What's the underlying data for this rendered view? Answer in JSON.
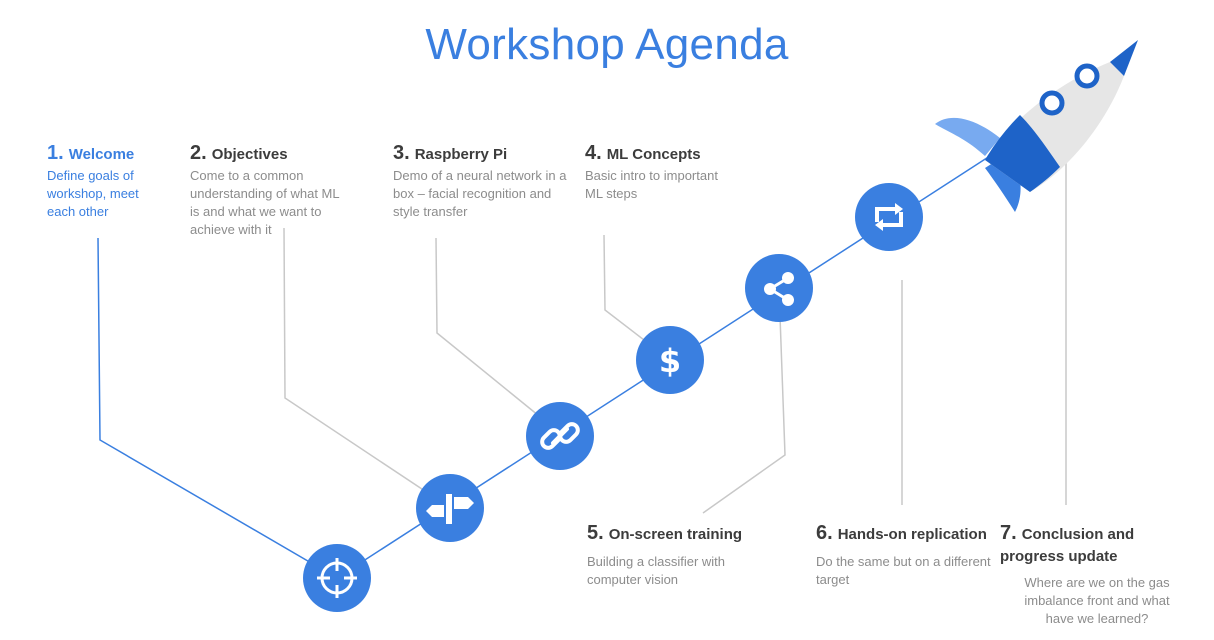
{
  "title": "Workshop Agenda",
  "colors": {
    "accent": "#3a7fe0",
    "node_fill": "#3a7fe0",
    "connector": "#c8c8c8",
    "rocket_body": "#e6e6e6",
    "rocket_nose": "#1e63c8",
    "rocket_fin": "#78aaf0"
  },
  "items": [
    {
      "number": "1.",
      "label": "Welcome",
      "description": "Define goals of workshop, meet each other",
      "icon": "crosshair-icon"
    },
    {
      "number": "2.",
      "label": "Objectives",
      "description": "Come to a common understanding of what ML is and what we want to achieve with it",
      "icon": "signpost-icon"
    },
    {
      "number": "3.",
      "label": "Raspberry Pi",
      "description": "Demo of a neural network in a box – facial recognition and style transfer",
      "icon": "link-icon"
    },
    {
      "number": "4.",
      "label": "ML Concepts",
      "description": "Basic intro to important ML steps",
      "icon": "dollar-icon"
    },
    {
      "number": "5.",
      "label": "On-screen training",
      "description": "Building a classifier with computer vision",
      "icon": "share-icon"
    },
    {
      "number": "6.",
      "label": "Hands-on replication",
      "description": "Do the same but on a different target",
      "icon": "retweet-icon"
    },
    {
      "number": "7.",
      "label": "Conclusion and progress update",
      "description": "Where are we on the gas imbalance front and what have we learned?",
      "icon": "rocket-icon"
    }
  ]
}
